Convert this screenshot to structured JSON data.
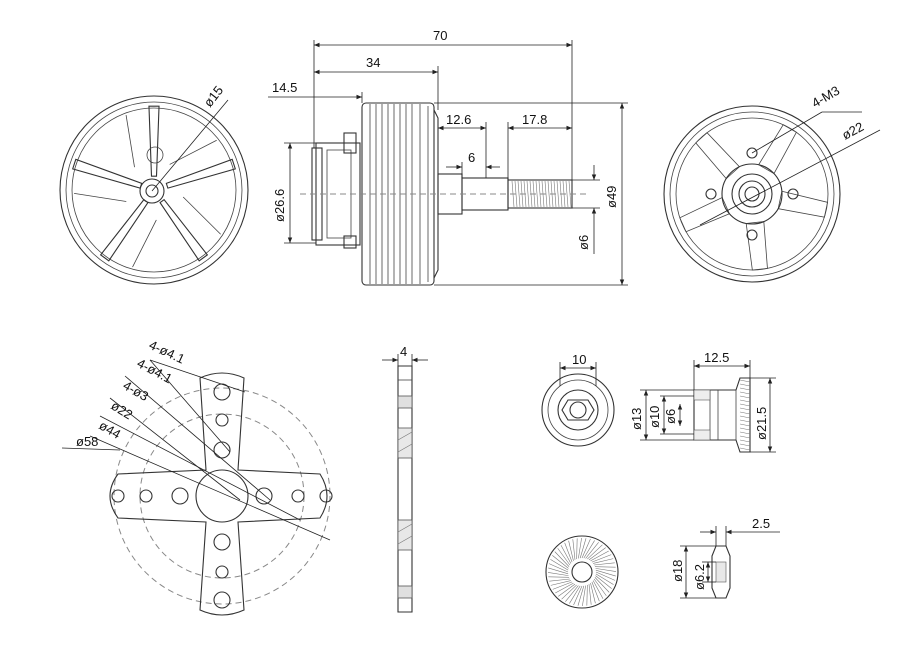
{
  "colors": {
    "line": "#333333",
    "background": "#ffffff",
    "dash": "#888888"
  },
  "top_views": {
    "front_view": {
      "dia_label": "ø15"
    },
    "side_view": {
      "overall": "70",
      "bell": "34",
      "base": "14.5",
      "shaft_step": "12.6",
      "thread_len": "17.8",
      "shaft_seg": "6",
      "base_dia": "ø26.6",
      "bell_dia": "ø49",
      "shaft_dia": "ø6"
    },
    "rear_view": {
      "holes_label": "4-M3",
      "dia_label": "ø22"
    }
  },
  "mount": {
    "labels": [
      "4-ø4.1",
      "4-ø4.1",
      "4-ø3",
      "ø22",
      "ø44",
      "ø58"
    ],
    "thickness": "4"
  },
  "adapter": {
    "width": "10",
    "length": "12.5",
    "dias": [
      "ø13",
      "ø10",
      "ø6"
    ],
    "flange_dia": "ø21.5"
  },
  "washer": {
    "thickness": "2.5",
    "outer": "ø18",
    "inner": "ø6.2"
  }
}
